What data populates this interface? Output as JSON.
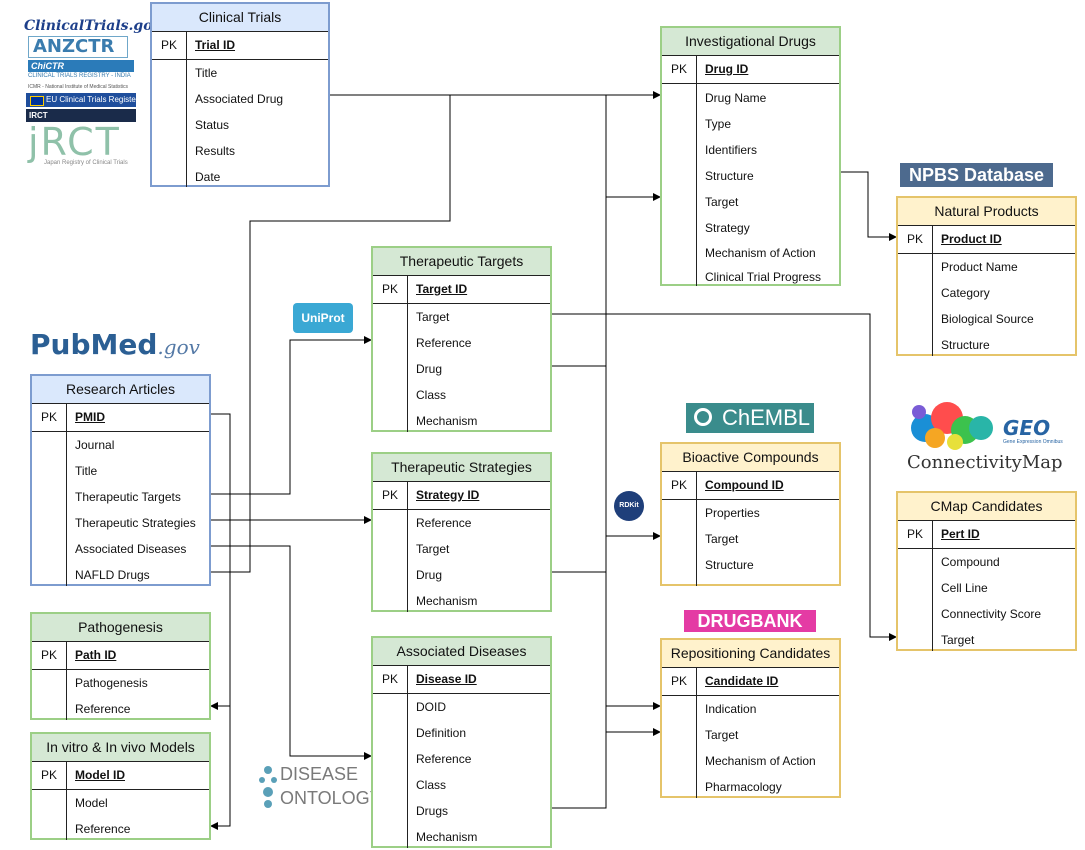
{
  "logos": {
    "clinicaltrials_gov": "ClinicalTrials.gov",
    "anzctr": "ANZCTR",
    "chictr": "ChiCTR",
    "ctri": "CLINICAL TRIALS REGISTRY - INDIA",
    "icmr": "ICMR - National Institute of Medical Statistics",
    "euctr": "EU Clinical Trials Register",
    "irct": "IRCT",
    "jrct": "jRCT",
    "jrct_sub": "Japan Registry of Clinical Trials",
    "pubmed_main": "PubMed",
    "pubmed_gov": ".gov",
    "uniprot": "UniProt",
    "npbs": "NPBS Database",
    "chembl": "ChEMBL",
    "rdkit": "RDKit",
    "drugbank": "DRUGBANK",
    "disease_ontology_1": "DISEASE",
    "disease_ontology_2": "ONTOLOGY",
    "cmap_label": "ConnectivityMap",
    "geo": "GEO",
    "geo_sub": "Gene Expression Omnibus"
  },
  "entities": {
    "clinical_trials": {
      "title": "Clinical Trials",
      "pk": "PK",
      "pk_field": "Trial ID",
      "fields": [
        "Title",
        "Associated Drug",
        "Status",
        "Results",
        "Date"
      ]
    },
    "investigational_drugs": {
      "title": "Investigational Drugs",
      "pk": "PK",
      "pk_field": "Drug ID",
      "fields": [
        "Drug Name",
        "Type",
        "Identifiers",
        "Structure",
        "Target",
        "Strategy",
        "Mechanism of Action",
        "Clinical Trial Progress"
      ]
    },
    "natural_products": {
      "title": "Natural Products",
      "pk": "PK",
      "pk_field": "Product ID",
      "fields": [
        "Product Name",
        "Category",
        "Biological Source",
        "Structure"
      ]
    },
    "therapeutic_targets": {
      "title": "Therapeutic Targets",
      "pk": "PK",
      "pk_field": "Target ID",
      "fields": [
        "Target",
        "Reference",
        "Drug",
        "Class",
        "Mechanism"
      ]
    },
    "research_articles": {
      "title": "Research Articles",
      "pk": "PK",
      "pk_field": "PMID",
      "fields": [
        "Journal",
        "Title",
        "Therapeutic Targets",
        "Therapeutic Strategies",
        "Associated Diseases",
        "NAFLD Drugs"
      ]
    },
    "therapeutic_strategies": {
      "title": "Therapeutic Strategies",
      "pk": "PK",
      "pk_field": "Strategy ID",
      "fields": [
        "Reference",
        "Target",
        "Drug",
        "Mechanism"
      ]
    },
    "bioactive_compounds": {
      "title": "Bioactive Compounds",
      "pk": "PK",
      "pk_field": "Compound ID",
      "fields": [
        "Properties",
        "Target",
        "Structure"
      ]
    },
    "cmap_candidates": {
      "title": "CMap Candidates",
      "pk": "PK",
      "pk_field": "Pert ID",
      "fields": [
        "Compound",
        "Cell Line",
        "Connectivity Score",
        "Target"
      ]
    },
    "pathogenesis": {
      "title": "Pathogenesis",
      "pk": "PK",
      "pk_field": "Path ID",
      "fields": [
        "Pathogenesis",
        "Reference"
      ]
    },
    "models": {
      "title": "In vitro & In vivo Models",
      "pk": "PK",
      "pk_field": "Model ID",
      "fields": [
        "Model",
        "Reference"
      ]
    },
    "associated_diseases": {
      "title": "Associated Diseases",
      "pk": "PK",
      "pk_field": "Disease ID",
      "fields": [
        "DOID",
        "Definition",
        "Reference",
        "Class",
        "Drugs",
        "Mechanism"
      ]
    },
    "repositioning_candidates": {
      "title": "Repositioning Candidates",
      "pk": "PK",
      "pk_field": "Candidate ID",
      "fields": [
        "Indication",
        "Target",
        "Mechanism of Action",
        "Pharmacology"
      ]
    }
  }
}
